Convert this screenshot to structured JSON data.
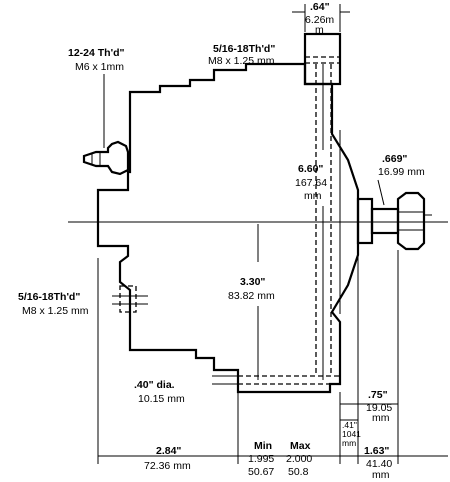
{
  "labels": {
    "top_width_in": ".64\"",
    "top_width_mm": "6.26m",
    "top_width_mm2": "m",
    "thread_top_left_1": "12-24 Th'd\"",
    "thread_top_left_2": "M6 x 1mm",
    "thread_top_right_1": "5/16-18Th'd\"",
    "thread_top_right_2": "M8 x 1.25 mm",
    "height_660_in": "6.60\"",
    "height_660_mm": "167.64",
    "height_660_mm2": "mm",
    "shaft_dia_in": ".669\"",
    "shaft_dia_mm": "16.99 mm",
    "height_330_in": "3.30\"",
    "height_330_mm": "83.82 mm",
    "thread_left_1": "5/16-18Th'd\"",
    "thread_left_2": "M8 x 1.25 mm",
    "hole_dia_1": ".40\" dia.",
    "hole_dia_2": "10.15 mm",
    "d075_in": ".75\"",
    "d075_mm": "19.05",
    "d075_mm2": "mm",
    "d041_in": ".41\"",
    "d041_mm": "1041",
    "d041_mm2": "mm",
    "d284_in": "2.84\"",
    "d284_mm": "72.36 mm",
    "min_head": "Min",
    "min_in": "1.995",
    "min_mm": "50.67",
    "max_head": "Max",
    "max_in": "2.000",
    "max_mm": "50.8",
    "d163_in": "1.63\"",
    "d163_mm": "41.40",
    "d163_mm2": "mm"
  }
}
